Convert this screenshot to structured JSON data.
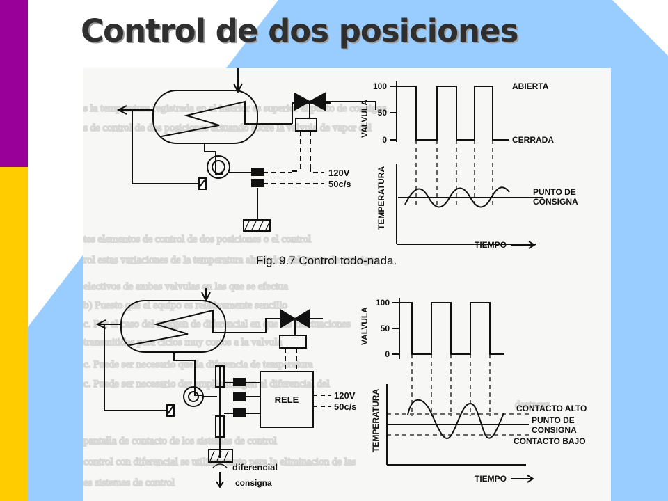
{
  "slide": {
    "title": "Control de dos posiciones",
    "colors": {
      "purple_bar": "#990099",
      "yellow_bar": "#ffcc00",
      "blue_bg": "#99ccff",
      "title_text": "#2f2f2f"
    }
  },
  "figure_top": {
    "caption": "Fig. 9.7   Control todo-nada.",
    "voltage_label": "120V",
    "frequency_label": "50c/s",
    "valve_chart": {
      "axis_label": "VALVULA",
      "tick_labels": [
        "100",
        "50",
        "0"
      ],
      "state_labels": {
        "open": "ABIERTA",
        "closed": "CERRADA"
      }
    },
    "temperature_chart": {
      "axis_label": "TEMPERATURA",
      "setpoint_label_line1": "PUNTO DE",
      "setpoint_label_line2": "CONSIGNA",
      "time_label": "TIEMPO"
    }
  },
  "figure_bottom": {
    "relay_label": "RELE",
    "voltage_label": "120V",
    "frequency_label": "50c/s",
    "differential_label": "diferencial",
    "setpoint_knob_label": "consigna",
    "valve_chart": {
      "axis_label": "VALVULA",
      "tick_labels": [
        "100",
        "50",
        "0"
      ]
    },
    "temperature_chart": {
      "axis_label": "TEMPERATURA",
      "high_contact_label": "CONTACTO ALTO",
      "setpoint_label_line1": "PUNTO DE",
      "setpoint_label_line2": "CONSIGNA",
      "low_contact_label": "CONTACTO BAJO",
      "time_label": "TIEMPO"
    }
  }
}
